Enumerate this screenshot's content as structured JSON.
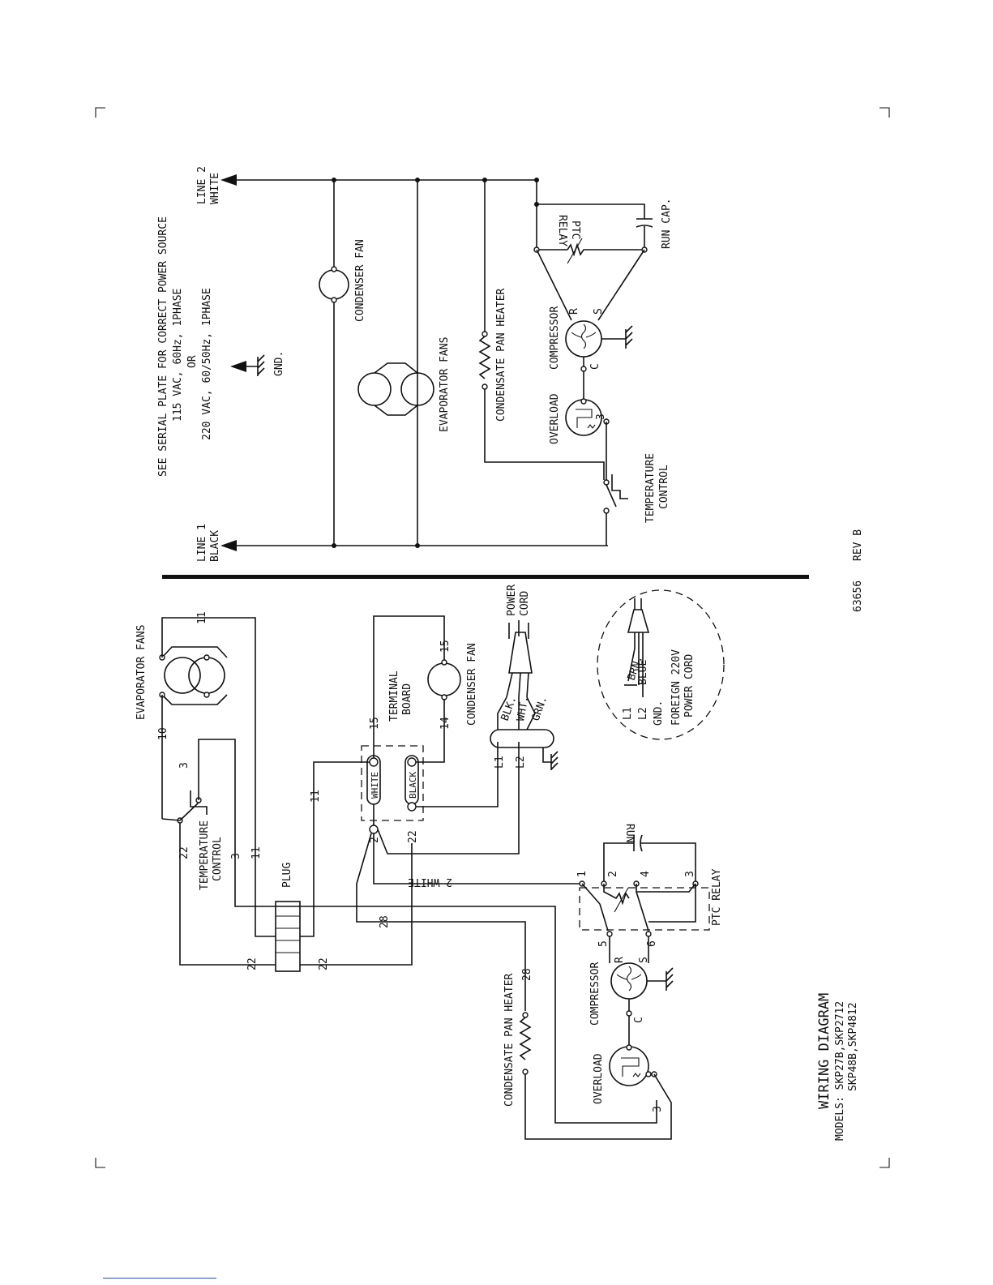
{
  "schematic": {
    "note": {
      "line1": "SEE SERIAL PLATE FOR CORRECT POWER SOURCE",
      "line2": "115 VAC, 60Hz, 1PHASE",
      "line3": "OR",
      "line4": "220 VAC, 60/50Hz, 1PHASE"
    },
    "ground": "GND.",
    "line2_label": "LINE 2",
    "line2_color": "WHITE",
    "line1_label": "LINE 1",
    "line1_color": "BLACK",
    "condenser_fan": "CONDENSER FAN",
    "evaporator_fans": "EVAPORATOR FANS",
    "condensate_pan_heater": "CONDENSATE PAN HEATER",
    "ptc_relay_1": "PTC",
    "ptc_relay_2": "RELAY",
    "run_cap": "RUN CAP.",
    "compressor": "COMPRESSOR",
    "overload": "OVERLOAD",
    "temp_control_1": "TEMPERATURE",
    "temp_control_2": "CONTROL",
    "terminal_r": "R",
    "terminal_s": "S",
    "terminal_c": "C",
    "overload_terminal": "3"
  },
  "footer_ref": {
    "doc_number": "63656",
    "revision": "REV B"
  },
  "wiring": {
    "evaporator_fans": "EVAPORATOR FANS",
    "temp_control_1": "TEMPERATURE",
    "temp_control_2": "CONTROL",
    "plug": "PLUG",
    "terminal_board_1": "TERMINAL",
    "terminal_board_2": "BOARD",
    "white_terminal": "WHITE",
    "black_terminal": "BLACK",
    "condenser_fan": "CONDENSER FAN",
    "power_cord_1": "POWER",
    "power_cord_2": "CORD",
    "blk": "BLK.",
    "wht": "WHT.",
    "grn": "GRN.",
    "l1": "L1",
    "l2": "L2",
    "run": "RUN",
    "ptc_relay": "PTC RELAY",
    "compressor": "COMPRESSOR",
    "overload": "OVERLOAD",
    "condensate_pan_heater": "CONDENSATE PAN HEATER",
    "white_2": "2 WHITE",
    "wires": {
      "w10": "10",
      "w11": "11",
      "w3": "3",
      "w22": "22",
      "w15": "15",
      "w14": "14",
      "w2": "2",
      "w28": "28"
    },
    "relay_terminals": [
      "1",
      "2",
      "4",
      "3",
      "5",
      "6"
    ],
    "terminal_r": "R",
    "terminal_s": "S",
    "terminal_c": "C"
  },
  "foreign_cord": {
    "l1": "L1",
    "l2": "L2",
    "gnd": "GND.",
    "brn": "BRN.",
    "blue": "BLUE",
    "title_1": "FOREIGN 220V",
    "title_2": "POWER CORD"
  },
  "title_block": {
    "title": "WIRING DIAGRAM",
    "models_line1": "MODELS: SKP27B,SKP2712",
    "models_line2": "SKP48B,SKP4812"
  }
}
